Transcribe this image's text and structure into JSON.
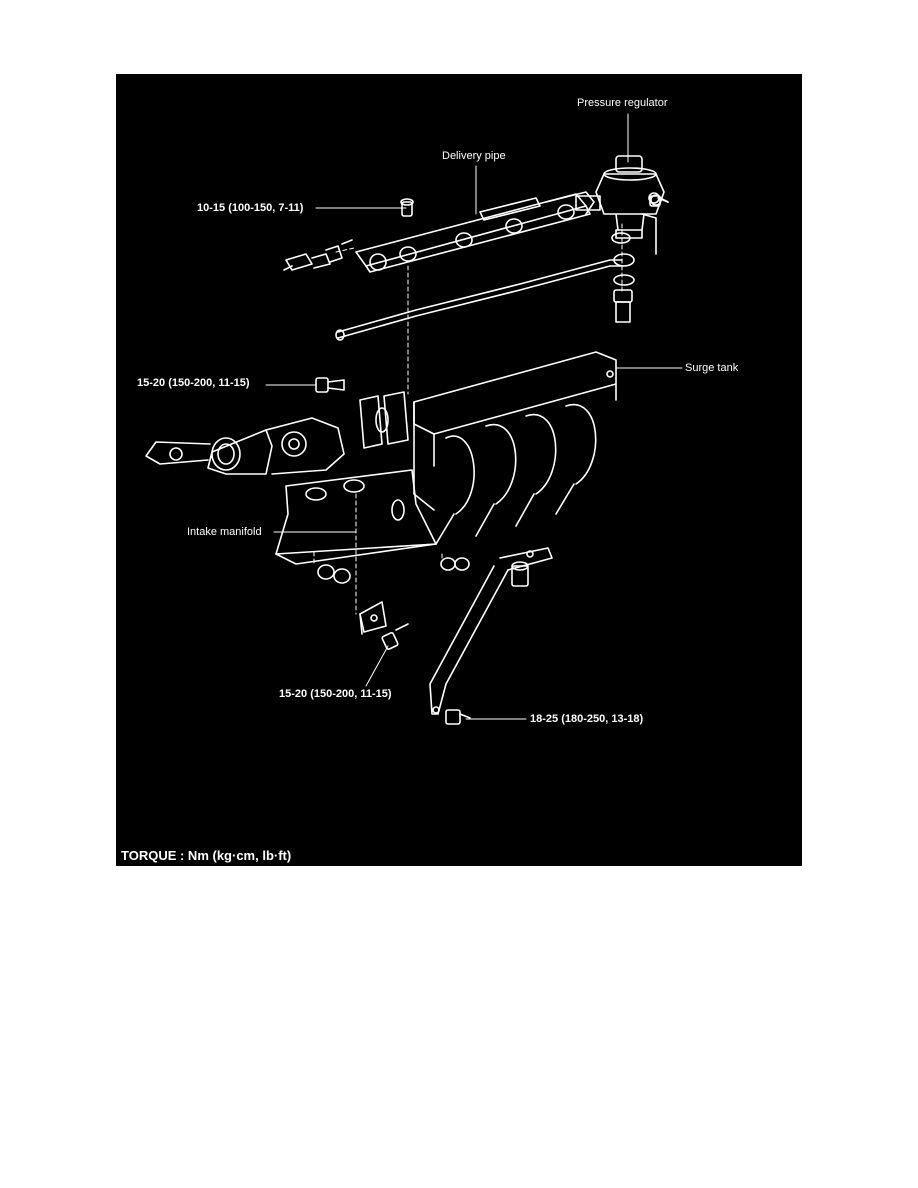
{
  "labels": {
    "pressure_regulator": "Pressure regulator",
    "delivery_pipe": "Delivery pipe",
    "torque_delivery_bolt": "10-15 (100-150, 7-11)",
    "surge_tank": "Surge tank",
    "torque_throttle_bolt": "15-20 (150-200, 11-15)",
    "intake_manifold": "Intake manifold",
    "torque_bracket_bolt": "15-20 (150-200, 11-15)",
    "torque_stay_bolt": "18-25 (180-250, 13-18)"
  },
  "footer": "TORQUE : Nm (kg·cm, lb·ft)",
  "colors": {
    "background": "#000000",
    "linework": "#ffffff",
    "page": "#ffffff"
  }
}
